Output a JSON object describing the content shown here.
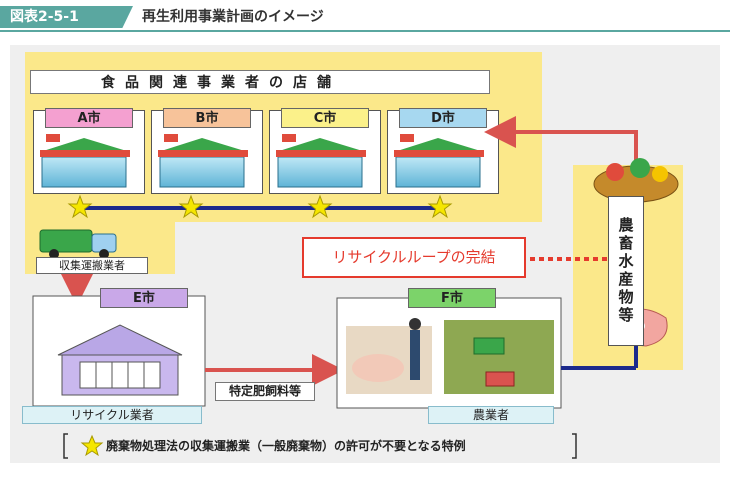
{
  "header": {
    "figure_number": "図表2-5-1",
    "title": "再生利用事業計画のイメージ"
  },
  "shops": {
    "title": "食品関連事業者の店舗",
    "cities": [
      "A市",
      "B市",
      "C市",
      "D市"
    ],
    "label_colors": [
      "#f4a0d0",
      "#f7c39a",
      "#fbf18a",
      "#a7d8f0"
    ]
  },
  "transport_label": "収集運搬業者",
  "recycler": {
    "city": "E市",
    "label": "リサイクル業者"
  },
  "farmer": {
    "city": "F市",
    "label": "農業者"
  },
  "feed_label": "特定肥飼料等",
  "loop_label": "リサイクルループの完結",
  "products_label": "農畜水産物等",
  "note": "廃棄物処理法の収集運搬業（一般廃棄物）の許可が不要となる特例",
  "colors": {
    "teal": "#5aa7a0",
    "arrow": "#d9534f",
    "line": "#1c2a8c",
    "star": "#f5e600",
    "yellow_area": "#fbe88a",
    "green_label": "#7cd36a",
    "purple_label": "#c9a8e8"
  }
}
